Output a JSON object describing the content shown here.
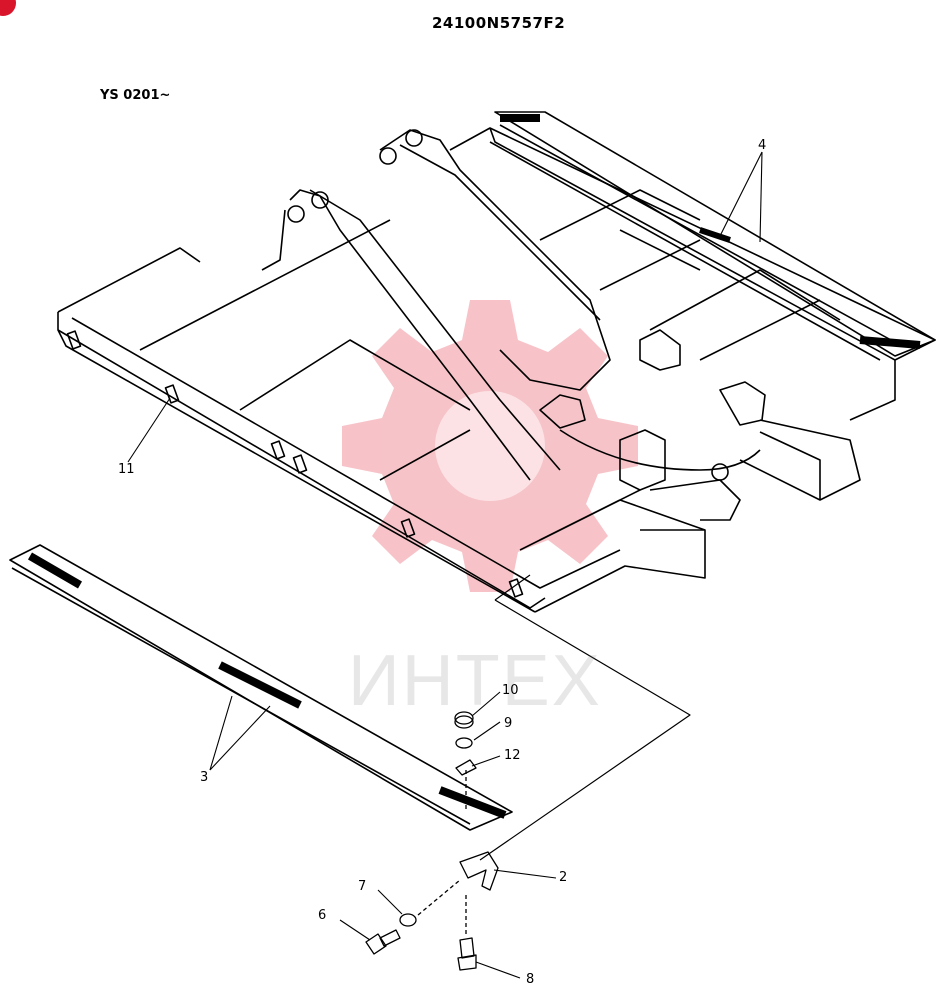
{
  "diagram": {
    "part_number": "24100N5757F2",
    "serial_range": "YS 0201~",
    "watermark_text": "ИНТЕХ",
    "callouts": {
      "c2": "2",
      "c3": "3",
      "c4": "4",
      "c6": "6",
      "c7": "7",
      "c8": "8",
      "c9": "9",
      "c10": "10",
      "c11": "11",
      "c12": "12"
    },
    "colors": {
      "line": "#000000",
      "watermark": "#f0a0a8",
      "badge": "#d9152b"
    }
  }
}
